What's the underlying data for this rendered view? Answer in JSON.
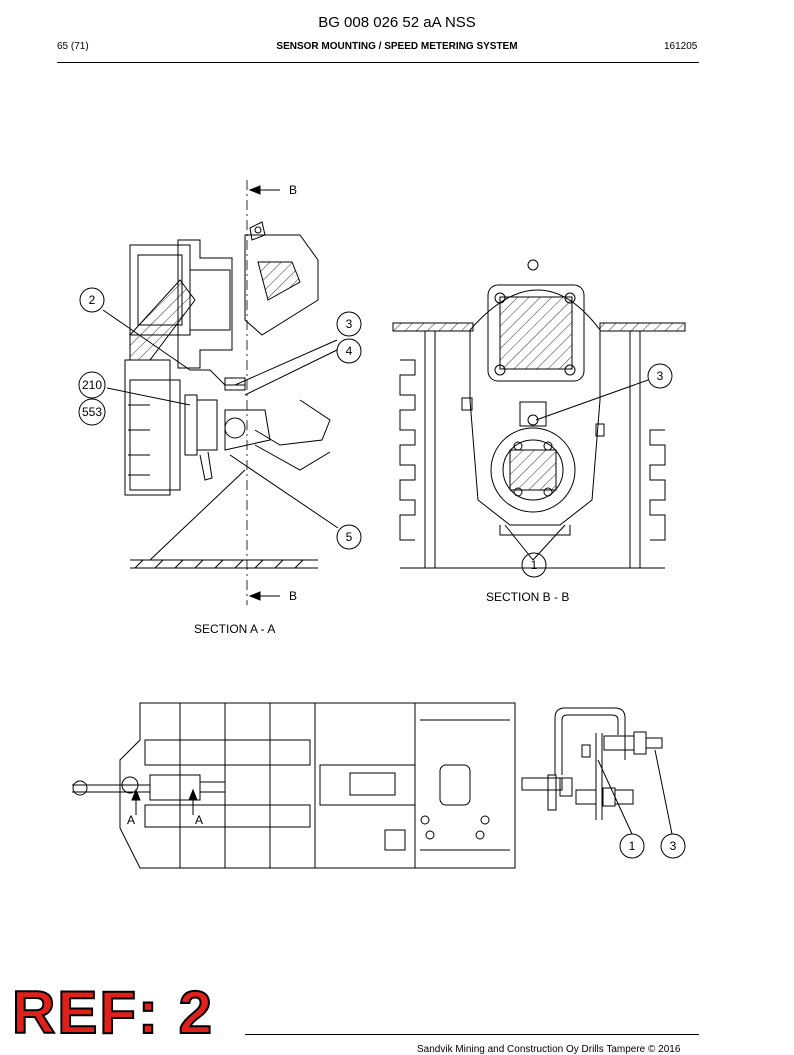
{
  "header": {
    "doc_title": "BG 008 026 52 aA NSS",
    "page": "65 (71)",
    "section": "SENSOR MOUNTING / SPEED METERING SYSTEM",
    "date": "161205"
  },
  "drawings": {
    "section_aa": {
      "caption": "SECTION A - A",
      "cut_marker_top": "B",
      "cut_marker_bottom": "B",
      "callouts": [
        "2",
        "3",
        "4",
        "210",
        "553",
        "5"
      ]
    },
    "section_bb": {
      "caption": "SECTION B - B",
      "callouts": [
        "3",
        "1"
      ]
    },
    "plan_view": {
      "section_marks": [
        "A",
        "A"
      ]
    },
    "detail_view": {
      "callouts": [
        "1",
        "3"
      ]
    }
  },
  "footer": {
    "copyright": "Sandvik Mining and Construction Oy Drills Tampere © 2016"
  },
  "stamp": {
    "text": "REF: 2",
    "color": "#e0201b"
  }
}
